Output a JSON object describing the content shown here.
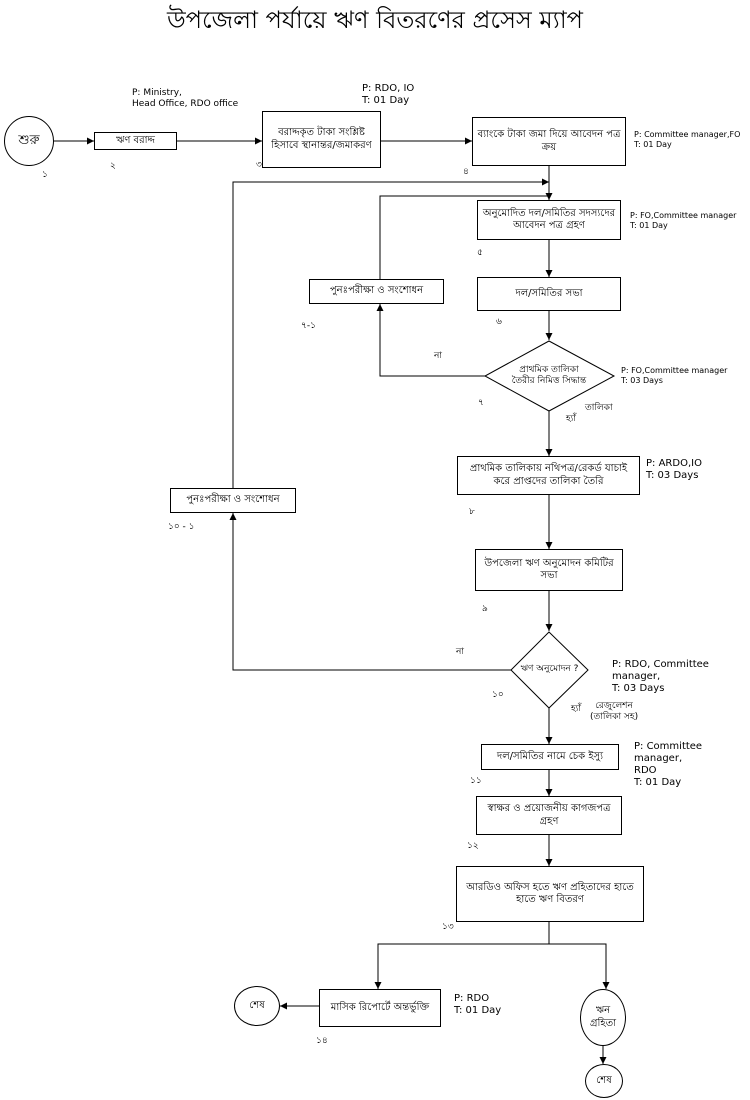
{
  "title": "উপজেলা পর্যায়ে ঋণ বিতরণের প্রসেস ম্যাপ",
  "nodes": [
    {
      "id": "start",
      "label": "শুরু",
      "num": "১"
    },
    {
      "id": "n2",
      "label": "ঋণ বরাদ্দ",
      "num": "২"
    },
    {
      "id": "n3",
      "label": "বরাদ্দকৃত টাকা সংশ্লিষ্ট হিসাবে স্থানান্তর/জমাকরণ",
      "num": "৩"
    },
    {
      "id": "n4",
      "label": "ব্যাংকে টাকা জমা দিয়ে আবেদন পত্র ক্রয়",
      "num": "৪"
    },
    {
      "id": "n5",
      "label": "অনুমোদিত দল/সমিতির সদস্যদের আবেদন পত্র গ্রহণ",
      "num": "৫"
    },
    {
      "id": "n6",
      "label": "দল/সমিতির সভা",
      "num": "৬"
    },
    {
      "id": "n7",
      "label": "প্রাথমিক তালিকা তৈরীর নিমিত্ত সিদ্ধান্ত",
      "num": "৭"
    },
    {
      "id": "n71",
      "label": "পুনঃপরীক্ষা ও সংশোধন",
      "num": "৭-১"
    },
    {
      "id": "n8",
      "label": "প্রাথমিক তালিকায় নথিপত্র/রেকর্ড যাচাই করে প্রাপ্তদের তালিকা তৈরি",
      "num": "৮"
    },
    {
      "id": "n9",
      "label": "উপজেলা ঋণ অনুমোদন কমিটির সভা",
      "num": "৯"
    },
    {
      "id": "n10",
      "label": "ঋণ অনুমোদন ?",
      "num": "১০"
    },
    {
      "id": "n101",
      "label": "পুনঃপরীক্ষা ও সংশোধন",
      "num": "১০ - ১"
    },
    {
      "id": "n11",
      "label": "দল/সমিতির নামে চেক ইস্যু",
      "num": "১১"
    },
    {
      "id": "n12",
      "label": "স্বাক্ষর ও প্রয়োজনীয় কাগজপত্র গ্রহণ",
      "num": "১২"
    },
    {
      "id": "n13",
      "label": "আরডিও অফিস হতে ঋণ প্রহিতাদের হাতে হাতে ঋণ বিতরণ",
      "num": "১৩"
    },
    {
      "id": "n14",
      "label": "মাসিক রিপোর্টে অন্তর্ভুক্তি",
      "num": "১৪"
    },
    {
      "id": "end1",
      "label": "শেষ",
      "num": ""
    },
    {
      "id": "rec",
      "label": "ঋন গ্রহিতা",
      "num": ""
    },
    {
      "id": "end2",
      "label": "শেষ",
      "num": ""
    }
  ],
  "annotations": {
    "a2": "P:  Ministry,\n     Head Office, RDO office",
    "a3": "P:  RDO, IO\nT:  01 Day",
    "a4": "P:  Committee manager,FO\nT:  01 Day",
    "a5": "P:  FO,Committee manager\nT:  01 Day",
    "a7": "P:  FO,Committee manager\nT:  03 Days",
    "a8": "P: ARDO,IO\nT:  03 Days",
    "a10": "P: RDO, Committee manager,\nT:  03 Days",
    "a11": "P: Committee manager,\nRDO\nT:  01 Day",
    "a14": "P: RDO\nT:  01 Day"
  },
  "edge_labels": {
    "no7": "না",
    "yes7": "হ্যাঁ",
    "list7": "তালিকা",
    "no10": "না",
    "yes10": "হ্যাঁ",
    "reg10": "রেজুলেশন\n(তালিকা সহ)"
  }
}
